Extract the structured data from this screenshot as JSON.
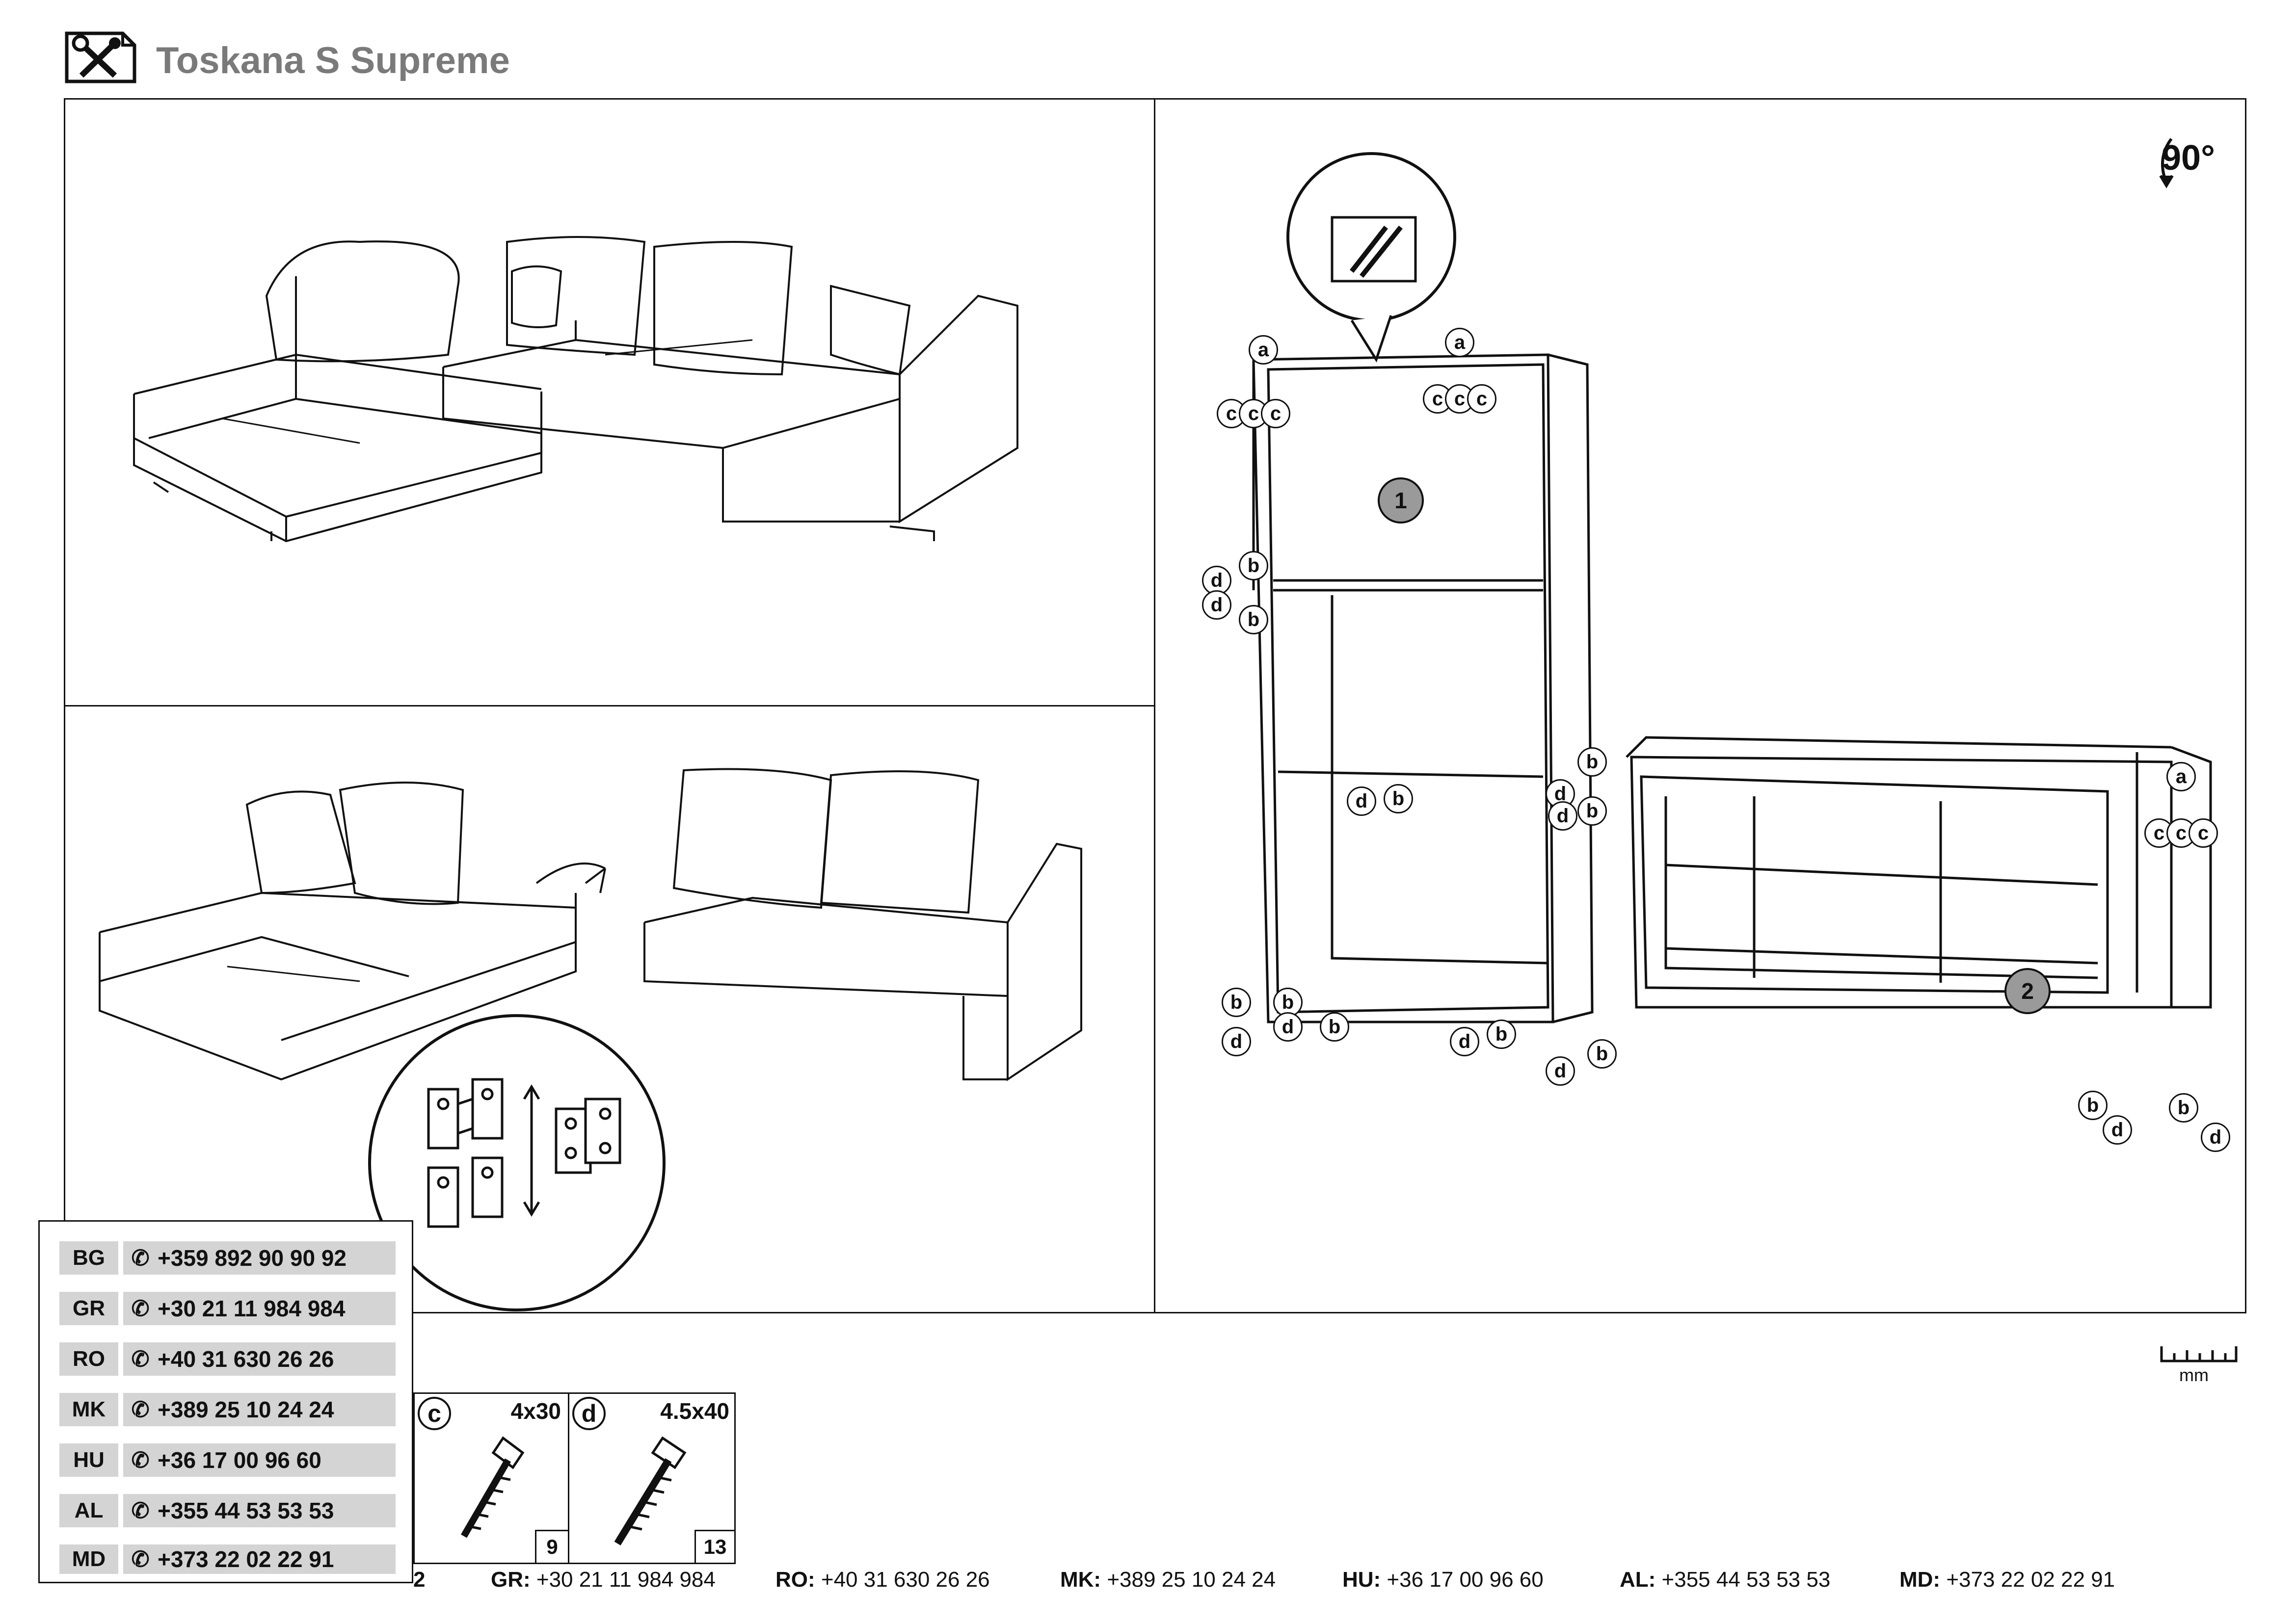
{
  "header": {
    "title": "Toskana S Supreme",
    "icon": "tools-icon"
  },
  "rotation": {
    "label": "90°"
  },
  "ruler": {
    "unit": "mm"
  },
  "step_panel": {
    "parts": [
      {
        "number": "1"
      },
      {
        "number": "2"
      }
    ],
    "letters": {
      "a": "a",
      "b": "b",
      "c": "c",
      "d": "d"
    }
  },
  "hardware": [
    {
      "letter": "c",
      "size": "4x30",
      "qty": "9"
    },
    {
      "letter": "d",
      "size": "4.5x40",
      "qty": "13"
    }
  ],
  "phones": [
    {
      "code": "BG",
      "number": "+359 892 90 90 92"
    },
    {
      "code": "GR",
      "number": "+30 21 11 984 984"
    },
    {
      "code": "RO",
      "number": "+40 31 630 26 26"
    },
    {
      "code": "MK",
      "number": "+389 25 10 24 24"
    },
    {
      "code": "HU",
      "number": "+36 17 00 96 60"
    },
    {
      "code": "AL",
      "number": "+355 44 53 53 53"
    },
    {
      "code": "MD",
      "number": "+373 22 02 22 91"
    }
  ],
  "footer": {
    "partial": "2",
    "entries": [
      {
        "code": "GR:",
        "number": " +30 21 11 984 984"
      },
      {
        "code": "RO:",
        "number": " +40 31 630 26 26"
      },
      {
        "code": "MK:",
        "number": " +389 25 10 24 24"
      },
      {
        "code": "HU:",
        "number": " +36 17 00 96 60"
      },
      {
        "code": "AL:",
        "number": " +355 44 53 53 53"
      },
      {
        "code": "MD:",
        "number": " +373 22 02 22 91"
      }
    ]
  }
}
